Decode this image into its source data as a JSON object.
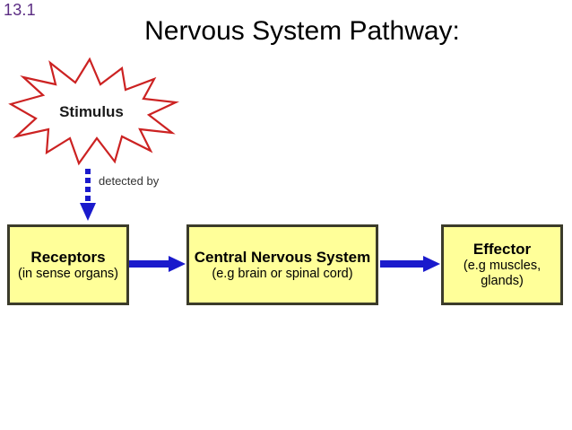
{
  "slide": {
    "number": "13.1",
    "number_color": "#5B2C83",
    "title": "Nervous System Pathway:"
  },
  "colors": {
    "background": "#FFFFFF",
    "starburst_outline": "#CC2222",
    "box_fill": "#FFFF99",
    "box_border": "#3B3B2A",
    "arrow_blue": "#1A1ACC",
    "text_black": "#000000"
  },
  "stimulus": {
    "label": "Stimulus",
    "shape": "starburst-explosion"
  },
  "detected_link": {
    "label": "detected by",
    "arrow_style": "dotted",
    "arrow_direction": "down",
    "arrow_color": "#1A1ACC"
  },
  "flow": {
    "boxes": [
      {
        "name": "receptors",
        "title": "Receptors",
        "subtitle": "(in sense organs)"
      },
      {
        "name": "central-nervous-system",
        "title": "Central Nervous System",
        "subtitle": "(e.g brain or spinal cord)"
      },
      {
        "name": "effector",
        "title": "Effector",
        "subtitle": "(e.g muscles, glands)"
      }
    ],
    "connectors": [
      {
        "name": "receptors-to-cns",
        "direction": "right",
        "style": "solid",
        "color": "#1A1ACC"
      },
      {
        "name": "cns-to-effector",
        "direction": "right",
        "style": "solid",
        "color": "#1A1ACC"
      }
    ]
  }
}
